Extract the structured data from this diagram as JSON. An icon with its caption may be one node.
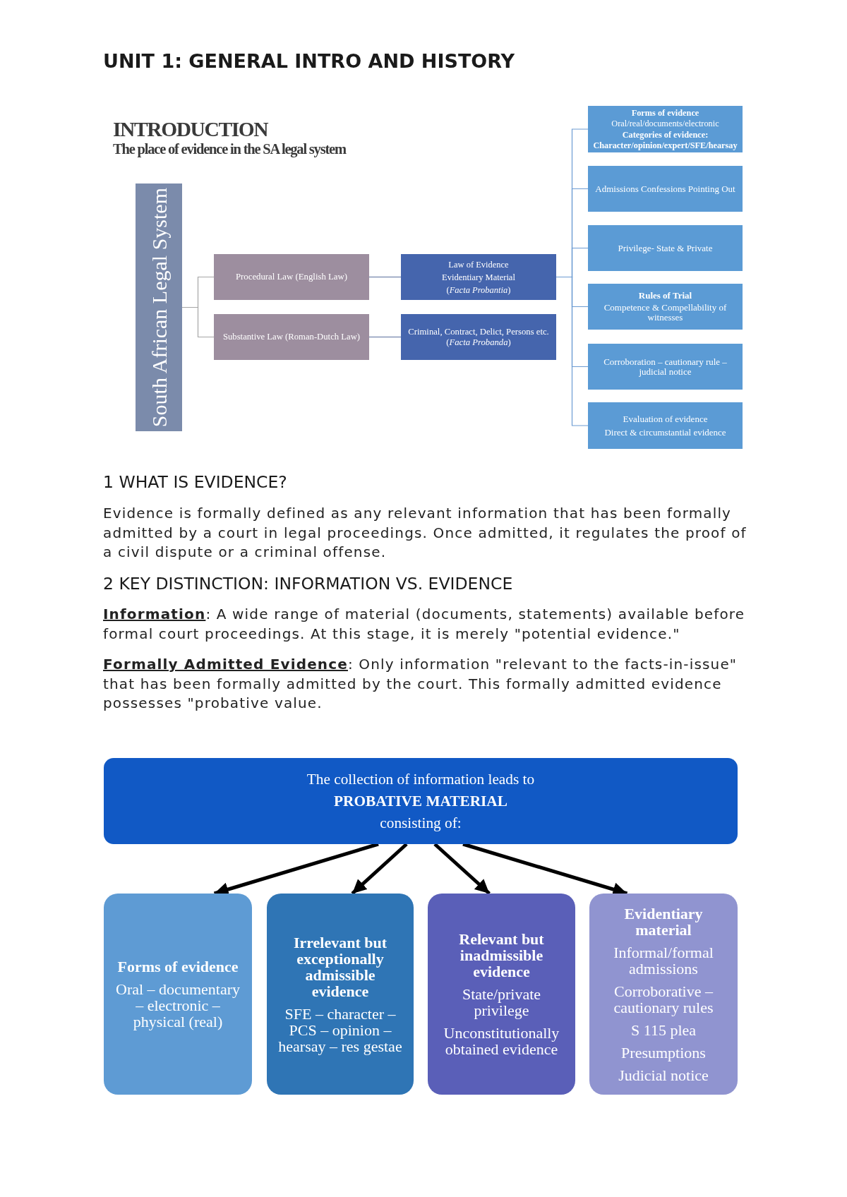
{
  "diagram": {
    "title": "UNIT 1: GENERAL INTRO AND HISTORY",
    "nodes": [
      {
        "text": [
          "South African Legal System"
        ]
      },
      {
        "text": [
          "Procedural Law (English Law)"
        ]
      },
      {
        "text": [
          "Substantive Law (Roman-Dutch Law)"
        ]
      },
      {
        "text": [
          "Law of Evidence",
          "Evidentiary Material",
          "(*Facta Probantia*)"
        ]
      },
      {
        "text": [
          "Criminal, Contract, Delict, Persons etc.",
          "(*Facta Probanda*)"
        ]
      },
      {
        "text": [
          "Forms of evidence",
          "Oral/real/documents/electronic",
          "Categories of evidence:",
          "Character/opinion/expert/SFE/hearsay"
        ]
      },
      {
        "text": [
          "Admissions Confessions Pointing Out"
        ]
      },
      {
        "text": [
          "Privilege- State & Private"
        ]
      },
      {
        "text": [
          "Rules of Trial",
          "Competence & Compellability of witnesses"
        ]
      },
      {
        "text": [
          "Corroboration – cautionary rule – judicial notice"
        ]
      },
      {
        "text": [
          "Evaluation of evidence",
          "Direct & circumstantial evidence"
        ]
      },
      {
        "text": [
          "The collection of information leads to",
          "PROBATIVE MATERIAL",
          "consisting of:"
        ]
      },
      {
        "text": [
          "Forms of evidence",
          "Oral – documentary – electronic – physical (real)"
        ]
      },
      {
        "text": [
          "Irrelevant but exceptionally admissible evidence",
          "SFE – character – PCS – opinion – hearsay – res gestae"
        ]
      },
      {
        "text": [
          "Relevant but inadmissible evidence",
          "State/private privilege",
          "Unconstitutionally obtained evidence"
        ]
      },
      {
        "text": [
          "Evidentiary material",
          "Informal/formal admissions",
          "Corroborative – cautionary rules",
          "S 115 plea",
          "Presumptions",
          "Judicial notice"
        ]
      }
    ],
    "edges": [
      {
        "from": 0,
        "to": 1,
        "arrow": "none",
        "color": "#a5a5a5"
      },
      {
        "from": 0,
        "to": 2,
        "arrow": "none",
        "color": "#a5a5a5"
      },
      {
        "from": 1,
        "to": 3,
        "arrow": "none",
        "color": "#5a6e9c"
      },
      {
        "from": 2,
        "to": 4,
        "arrow": "none",
        "color": "#5a6e9c"
      },
      {
        "from": 3,
        "to": 5,
        "arrow": "none"
      },
      {
        "from": 3,
        "to": 6,
        "arrow": "none"
      },
      {
        "from": 3,
        "to": 7,
        "arrow": "none"
      },
      {
        "from": 3,
        "to": 8,
        "arrow": "none"
      },
      {
        "from": 3,
        "to": 9,
        "arrow": "none"
      },
      {
        "from": 3,
        "to": 10,
        "arrow": "none"
      },
      {
        "from": 11,
        "to": 12,
        "arrow": "to",
        "style": "thick",
        "color": "#000000"
      },
      {
        "from": 11,
        "to": 13,
        "arrow": "to",
        "style": "thick",
        "color": "#000000"
      },
      {
        "from": 11,
        "to": 14,
        "arrow": "to",
        "style": "thick",
        "color": "#000000"
      },
      {
        "from": 11,
        "to": 15,
        "arrow": "to",
        "style": "thick",
        "color": "#000000"
      }
    ],
    "labels": [
      "INTRODUCTION",
      "The place of evidence in the SA legal system",
      "1 WHAT IS EVIDENCE?",
      "Evidence is formally defined as any relevant information that has been formally admitted by a court in legal proceedings. Once admitted, it regulates the proof of a civil dispute or a criminal offense.",
      "2 KEY DISTINCTION: INFORMATION VS. EVIDENCE",
      "**Information**: A wide range of material (documents, statements) available before formal court proceedings. At this stage, it is merely \"potential evidence.\"",
      "**Formally Admitted Evidence**: Only information \"relevant to the facts-in-issue\" that has been formally admitted by the court. This formally admitted evidence possesses \"probative value."
    ]
  }
}
